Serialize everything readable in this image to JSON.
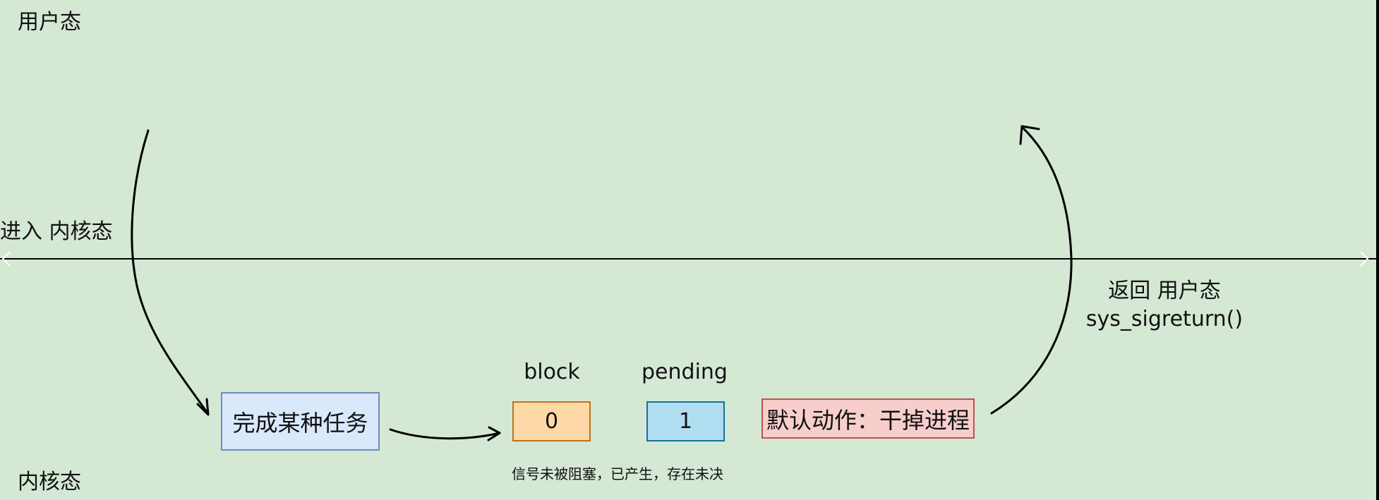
{
  "diagram": {
    "labels": {
      "user_mode": "用户态",
      "enter_kernel": "进入 内核态",
      "return_user_line1": "返回 用户态",
      "return_user_line2": "sys_sigreturn()",
      "kernel_mode": "内核态",
      "block_header": "block",
      "pending_header": "pending",
      "signal_note": "信号未被阻塞，已产生，存在未决"
    },
    "boxes": {
      "task": "完成某种任务",
      "block_value": "0",
      "pending_value": "1",
      "default_action": "默认动作：干掉进程"
    },
    "colors": {
      "background": "#d5e8d4",
      "task_fill": "#dae8fc",
      "block_fill": "#ffd8a8",
      "pending_fill": "#b1ddf0",
      "action_fill": "#f8cecc"
    }
  }
}
